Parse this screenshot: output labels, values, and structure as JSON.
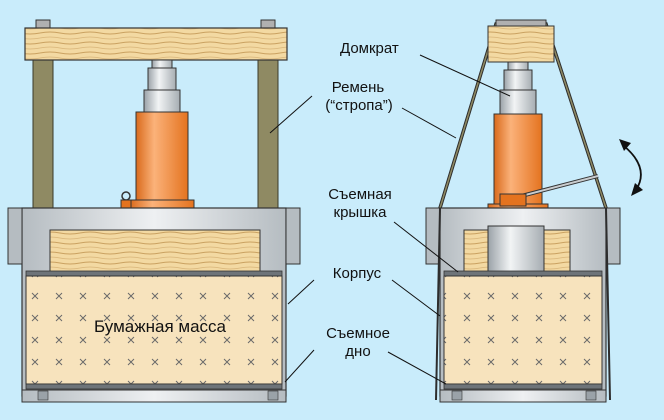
{
  "labels": {
    "jack": "Домкрат",
    "strap_line1": "Ремень",
    "strap_line2": "(“стропа”)",
    "lid_line1": "Съемная",
    "lid_line2": "крышка",
    "body": "Корпус",
    "paper_mass": "Бумажная масса",
    "bottom_line1": "Съемное",
    "bottom_line2": "дно"
  },
  "colors": {
    "background": "#c9ecfb",
    "wood": "#f3d9a2",
    "wood_grain": "#caa160",
    "paper_mass": "#f7e3bd",
    "jack_orange": "#f08a3a",
    "metal": "#d9dde0",
    "post": "#8f8a63"
  }
}
